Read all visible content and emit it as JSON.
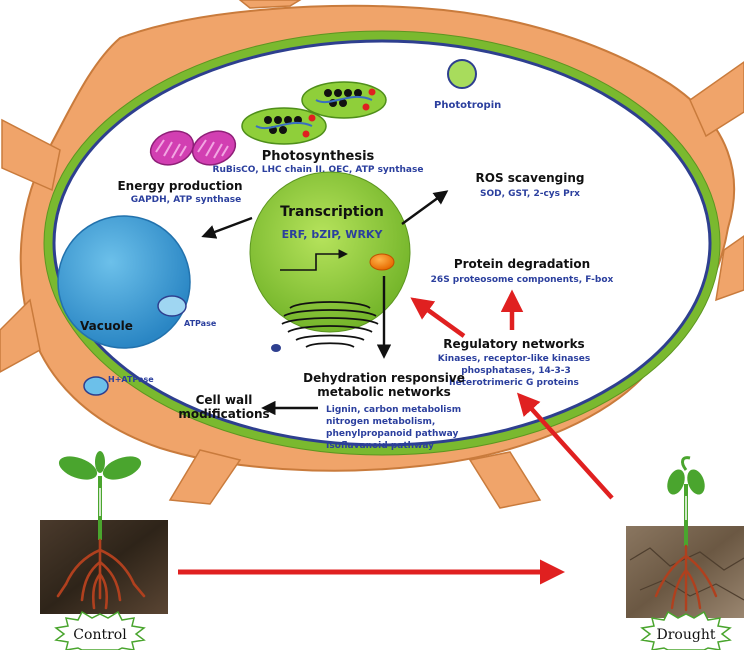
{
  "labels": {
    "phototropin": "Phototropin",
    "photosynthesis_title": "Photosynthesis",
    "photosynthesis_sub": "RuBisCO, LHC chain II, OEC, ATP synthase",
    "energy_title": "Energy production",
    "energy_sub": "GAPDH, ATP synthase",
    "transcription_title": "Transcription",
    "transcription_sub": "ERF, bZIP, WRKY",
    "ros_title": "ROS scavenging",
    "ros_sub": "SOD, GST, 2-cys Prx",
    "protein_title": "Protein degradation",
    "protein_sub": "26S proteosome components, F-box",
    "vacuole": "Vacuole",
    "atpase": "ATPase",
    "h_atpase": "H+ATPase",
    "regulatory_title": "Regulatory networks",
    "regulatory_lines": [
      "Kinases, receptor-like kinases",
      "phosphatases, 14-3-3",
      "heterotrimeric G proteins"
    ],
    "dehydration_title_1": "Dehydration responsive",
    "dehydration_title_2": "metabolic networks",
    "dehydration_lines": [
      "Lignin, carbon metabolism",
      "nitrogen metabolism,",
      "phenylpropanoid pathway",
      "Isoflavanoid pathway"
    ],
    "cellwall_1": "Cell wall",
    "cellwall_2": "modifications",
    "control": "Control",
    "drought": "Drought"
  },
  "colors": {
    "cell_wall": "#f0a46a",
    "membrane_green": "#7ab92f",
    "membrane_blue": "#2e3f8f",
    "nucleus": "#8fcf3a",
    "vacuole": "#3d9fd6",
    "mitochondria": "#d23fb2",
    "red_arrow": "#e02020",
    "text_blue": "#2b3f9e"
  },
  "icons": [
    "transporter-icon",
    "mitochondrion-icon",
    "chloroplast-icon",
    "er-icon",
    "seedling-icon",
    "starburst-badge-icon"
  ]
}
